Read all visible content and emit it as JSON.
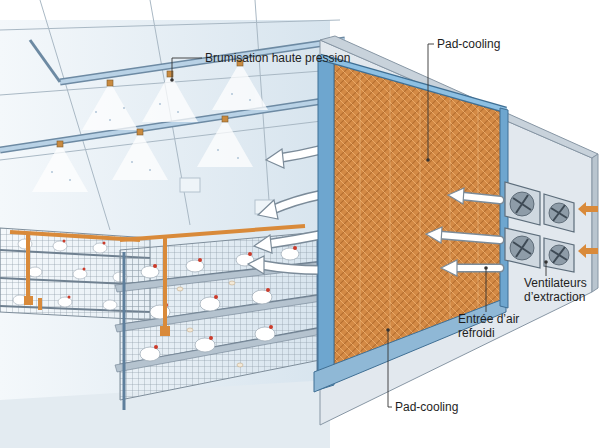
{
  "diagram": {
    "labels": [
      "Brumisation haute pression",
      "Pad-cooling",
      "Ventilateurs d’extraction",
      "Entrée d’air refroidi",
      "Pad-cooling"
    ]
  }
}
